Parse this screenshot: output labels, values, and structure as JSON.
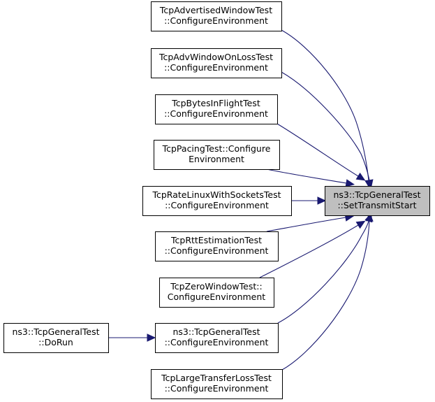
{
  "diagram": {
    "nodes": [
      {
        "id": "target",
        "lines": [
          "ns3::TcpGeneralTest",
          "::SetTransmitStart"
        ],
        "focus": true
      },
      {
        "id": "adv-window",
        "lines": [
          "TcpAdvertisedWindowTest",
          "::ConfigureEnvironment"
        ]
      },
      {
        "id": "adv-loss",
        "lines": [
          "TcpAdvWindowOnLossTest",
          "::ConfigureEnvironment"
        ]
      },
      {
        "id": "bytes-flight",
        "lines": [
          "TcpBytesInFlightTest",
          "::ConfigureEnvironment"
        ]
      },
      {
        "id": "pacing",
        "lines": [
          "TcpPacingTest::Configure",
          "Environment"
        ]
      },
      {
        "id": "rate-linux",
        "lines": [
          "TcpRateLinuxWithSocketsTest",
          "::ConfigureEnvironment"
        ]
      },
      {
        "id": "rtt-est",
        "lines": [
          "TcpRttEstimationTest",
          "::ConfigureEnvironment"
        ]
      },
      {
        "id": "zero-window",
        "lines": [
          "TcpZeroWindowTest::",
          "ConfigureEnvironment"
        ]
      },
      {
        "id": "general-config",
        "lines": [
          "ns3::TcpGeneralTest",
          "::ConfigureEnvironment"
        ]
      },
      {
        "id": "large-transfer",
        "lines": [
          "TcpLargeTransferLossTest",
          "::ConfigureEnvironment"
        ]
      },
      {
        "id": "do-run",
        "lines": [
          "ns3::TcpGeneralTest",
          "::DoRun"
        ]
      }
    ],
    "edges": [
      {
        "from": "adv-window",
        "to": "target"
      },
      {
        "from": "adv-loss",
        "to": "target"
      },
      {
        "from": "bytes-flight",
        "to": "target"
      },
      {
        "from": "pacing",
        "to": "target"
      },
      {
        "from": "rate-linux",
        "to": "target"
      },
      {
        "from": "rtt-est",
        "to": "target"
      },
      {
        "from": "zero-window",
        "to": "target"
      },
      {
        "from": "general-config",
        "to": "target"
      },
      {
        "from": "large-transfer",
        "to": "target"
      },
      {
        "from": "do-run",
        "to": "general-config"
      }
    ]
  }
}
